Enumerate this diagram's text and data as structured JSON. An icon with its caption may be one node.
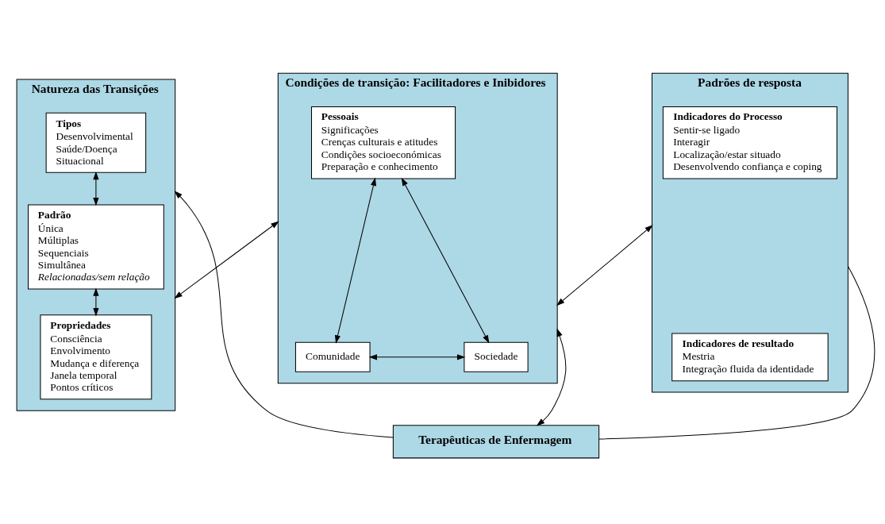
{
  "diagram": {
    "nodes": [
      {
        "text": [
          "Natureza das Transições"
        ]
      },
      {
        "text": [
          "Tipos",
          "Desenvolvimental",
          "Saúde/Doença",
          "Situacional"
        ],
        "in": 0
      },
      {
        "text": [
          "Padrão",
          "Única",
          "Múltiplas",
          "Sequenciais",
          "Simultânea",
          "*Relacionadas/sem relação*"
        ],
        "in": 0
      },
      {
        "text": [
          "Propriedades",
          "Consciência",
          "Envolvimento",
          "Mudança e diferença",
          "Janela temporal",
          "Pontos críticos"
        ],
        "in": 0
      },
      {
        "text": [
          "Condições de transição: Facilitadores e Inibidores"
        ]
      },
      {
        "text": [
          "Pessoais",
          "Significações",
          "Crenças culturais e atitudes",
          "Condições socioeconómicas",
          "Preparação e conhecimento"
        ],
        "in": 4
      },
      {
        "text": [
          "Comunidade"
        ],
        "in": 4
      },
      {
        "text": [
          "Sociedade"
        ],
        "in": 4
      },
      {
        "text": [
          "Padrões de resposta"
        ]
      },
      {
        "text": [
          "Indicadores do Processo",
          "Sentir-se ligado",
          "Interagir",
          "Localização/estar situado",
          "Desenvolvendo confiança e coping"
        ],
        "in": 8
      },
      {
        "text": [
          "Indicadores de resultado",
          "Mestria",
          "Integração fluida da identidade"
        ],
        "in": 8
      },
      {
        "text": [
          "Terapêuticas de Enfermagem"
        ]
      }
    ],
    "edges": [
      {
        "from": 1,
        "to": 2,
        "arrow": "both"
      },
      {
        "from": 2,
        "to": 3,
        "arrow": "both"
      },
      {
        "from": 0,
        "to": 4,
        "arrow": "both"
      },
      {
        "from": 4,
        "to": 8,
        "arrow": "both"
      },
      {
        "from": 5,
        "to": 6,
        "arrow": "both"
      },
      {
        "from": 5,
        "to": 7,
        "arrow": "both"
      },
      {
        "from": 6,
        "to": 7,
        "arrow": "both"
      },
      {
        "from": 4,
        "to": 11,
        "arrow": "both"
      },
      {
        "from": 11,
        "to": 0,
        "arrow": "to"
      },
      {
        "from": 11,
        "to": 8,
        "arrow": "none"
      }
    ]
  }
}
